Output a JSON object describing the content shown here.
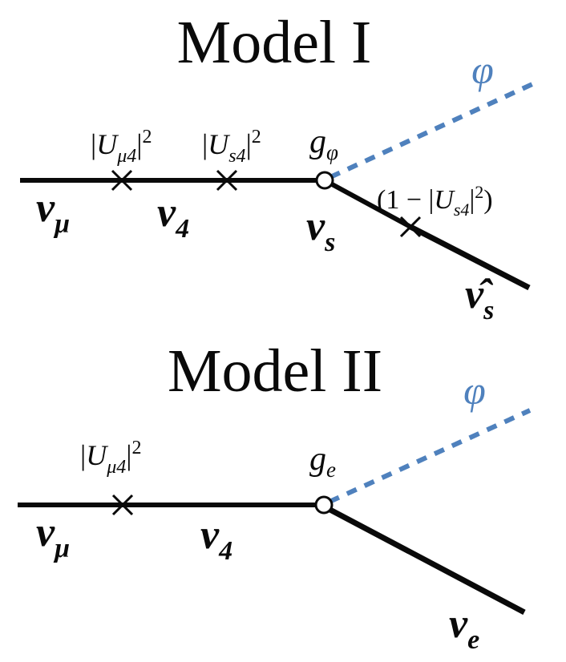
{
  "colors": {
    "black": "#0a0a0a",
    "green": "#9AC45C",
    "orange": "#FA9C1C",
    "blue": "#4F81BD",
    "white": "#ffffff"
  },
  "model1": {
    "title": "Model I",
    "phi_label": "φ",
    "mixing_mu4": {
      "bar_open": "|",
      "U": "U",
      "sub": "μ4",
      "bar_close": "|",
      "sup": "2"
    },
    "mixing_s4": {
      "bar_open": "|",
      "U": "U",
      "sub": "s4",
      "bar_close": "|",
      "sup": "2"
    },
    "coupling": {
      "base": "g",
      "sub": "φ"
    },
    "branch_fraction": {
      "prefix": "(1 − |",
      "U": "U",
      "sub": "s4",
      "bar_close": "|",
      "sup": "2",
      "suffix": ")"
    },
    "nu_mu": {
      "base": "ν",
      "sub": "μ"
    },
    "nu_4": {
      "base": "ν",
      "sub": "4"
    },
    "nu_s": {
      "base": "ν",
      "sub": "s"
    },
    "nu_s_hat": {
      "base": "ν̂",
      "sub": "s"
    }
  },
  "model2": {
    "title": "Model II",
    "phi_label": "φ",
    "mixing_mu4": {
      "bar_open": "|",
      "U": "U",
      "sub": "μ4",
      "bar_close": "|",
      "sup": "2"
    },
    "coupling": {
      "base": "g",
      "sub": "e"
    },
    "nu_mu": {
      "base": "ν",
      "sub": "μ"
    },
    "nu_4": {
      "base": "ν",
      "sub": "4"
    },
    "nu_e": {
      "base": "ν",
      "sub": "e"
    }
  }
}
